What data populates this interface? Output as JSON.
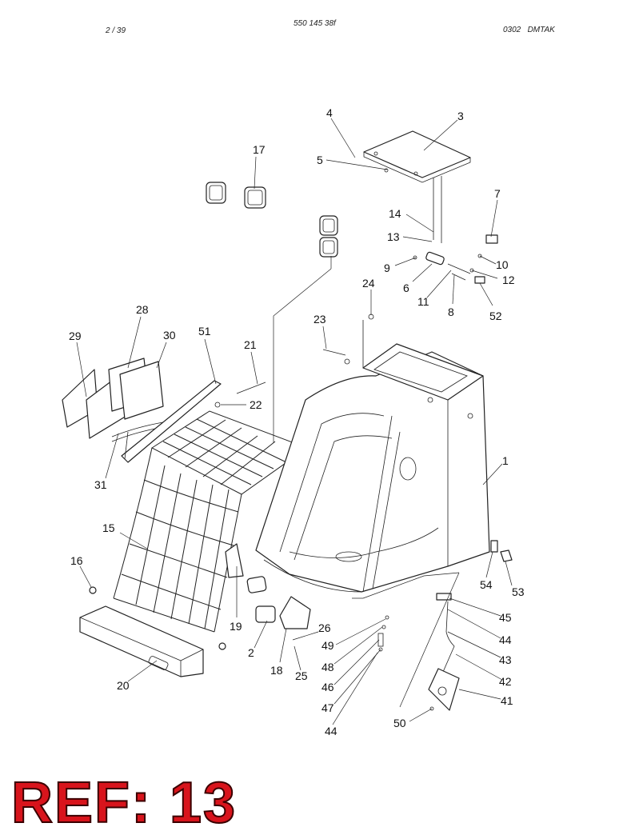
{
  "header": {
    "page": "2 / 39",
    "doc_number": "550 145 38f",
    "revision": "0302   DMTAK"
  },
  "reference_label": "REF: 13",
  "callouts": [
    {
      "id": "c-4",
      "label": "4"
    },
    {
      "id": "c-3",
      "label": "3"
    },
    {
      "id": "c-17",
      "label": "17"
    },
    {
      "id": "c-5",
      "label": "5"
    },
    {
      "id": "c-7",
      "label": "7"
    },
    {
      "id": "c-14",
      "label": "14"
    },
    {
      "id": "c-13",
      "label": "13"
    },
    {
      "id": "c-9",
      "label": "9"
    },
    {
      "id": "c-10",
      "label": "10"
    },
    {
      "id": "c-6",
      "label": "6"
    },
    {
      "id": "c-12",
      "label": "12"
    },
    {
      "id": "c-24",
      "label": "24"
    },
    {
      "id": "c-11",
      "label": "11"
    },
    {
      "id": "c-8",
      "label": "8"
    },
    {
      "id": "c-52",
      "label": "52"
    },
    {
      "id": "c-28",
      "label": "28"
    },
    {
      "id": "c-23",
      "label": "23"
    },
    {
      "id": "c-29",
      "label": "29"
    },
    {
      "id": "c-30",
      "label": "30"
    },
    {
      "id": "c-51",
      "label": "51"
    },
    {
      "id": "c-21",
      "label": "21"
    },
    {
      "id": "c-22",
      "label": "22"
    },
    {
      "id": "c-1",
      "label": "1"
    },
    {
      "id": "c-31",
      "label": "31"
    },
    {
      "id": "c-15",
      "label": "15"
    },
    {
      "id": "c-16",
      "label": "16"
    },
    {
      "id": "c-54",
      "label": "54"
    },
    {
      "id": "c-53",
      "label": "53"
    },
    {
      "id": "c-19",
      "label": "19"
    },
    {
      "id": "c-45",
      "label": "45"
    },
    {
      "id": "c-26",
      "label": "26"
    },
    {
      "id": "c-49",
      "label": "49"
    },
    {
      "id": "c-44a",
      "label": "44"
    },
    {
      "id": "c-2",
      "label": "2"
    },
    {
      "id": "c-48",
      "label": "48"
    },
    {
      "id": "c-43",
      "label": "43"
    },
    {
      "id": "c-18",
      "label": "18"
    },
    {
      "id": "c-25",
      "label": "25"
    },
    {
      "id": "c-46",
      "label": "46"
    },
    {
      "id": "c-42",
      "label": "42"
    },
    {
      "id": "c-20",
      "label": "20"
    },
    {
      "id": "c-41",
      "label": "41"
    },
    {
      "id": "c-47",
      "label": "47"
    },
    {
      "id": "c-50",
      "label": "50"
    },
    {
      "id": "c-44b",
      "label": "44"
    }
  ]
}
